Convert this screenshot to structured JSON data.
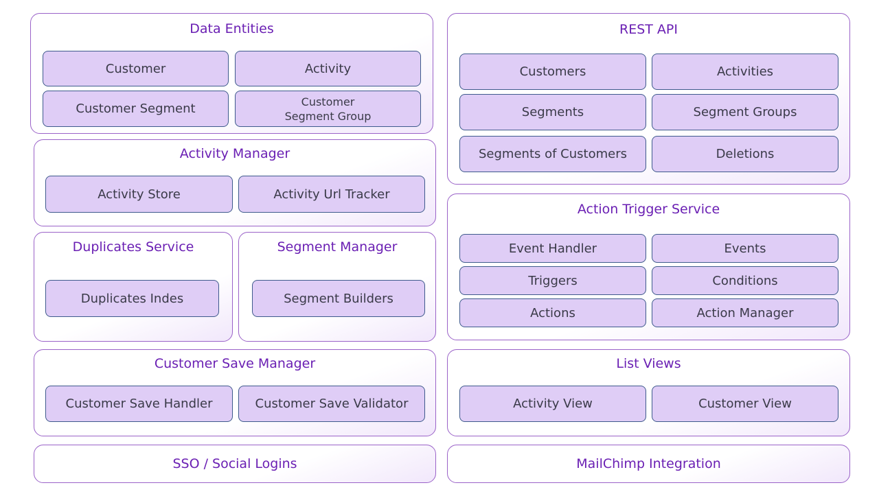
{
  "data_entities": {
    "title": "Data Entities",
    "items": [
      "Customer",
      "Activity",
      "Customer Segment"
    ],
    "group_line1": "Customer",
    "group_line2": "Segment Group"
  },
  "rest_api": {
    "title": "REST API",
    "items": [
      "Customers",
      "Activities",
      "Segments",
      "Segment Groups",
      "Segments of Customers",
      "Deletions"
    ]
  },
  "activity_manager": {
    "title": "Activity Manager",
    "items": [
      "Activity Store",
      "Activity Url Tracker"
    ]
  },
  "action_trigger_service": {
    "title": "Action Trigger Service",
    "items": [
      "Event Handler",
      "Events",
      "Triggers",
      "Conditions",
      "Actions",
      "Action Manager"
    ]
  },
  "duplicates_service": {
    "title": "Duplicates Service",
    "items": [
      "Duplicates Indes"
    ]
  },
  "segment_manager": {
    "title": "Segment Manager",
    "items": [
      "Segment Builders"
    ]
  },
  "customer_save_manager": {
    "title": "Customer Save Manager",
    "items": [
      "Customer Save Handler",
      "Customer Save Validator"
    ]
  },
  "list_views": {
    "title": "List Views",
    "items": [
      "Activity View",
      "Customer View"
    ]
  },
  "sso": {
    "title": "SSO / Social Logins"
  },
  "mailchimp": {
    "title": "MailChimp Integration"
  }
}
